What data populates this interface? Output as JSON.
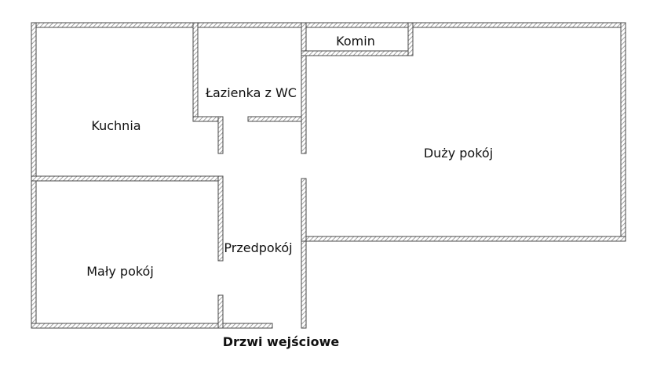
{
  "floor_plan": {
    "rooms": [
      {
        "id": "kuchnia",
        "label": "Kuchnia"
      },
      {
        "id": "lazienka",
        "label": "Łazienka z WC"
      },
      {
        "id": "komin",
        "label": "Komin"
      },
      {
        "id": "duzy-pokoj",
        "label": "Duży pokój"
      },
      {
        "id": "przedpokoj",
        "label": "Przedpokój"
      },
      {
        "id": "maly-pokoj",
        "label": "Mały pokój"
      }
    ],
    "entrance_label": "Drzwi wejściowe",
    "colors": {
      "wall_outline": "#4a4a4a",
      "wall_hatch": "#8a8a8a",
      "background": "#ffffff"
    }
  }
}
